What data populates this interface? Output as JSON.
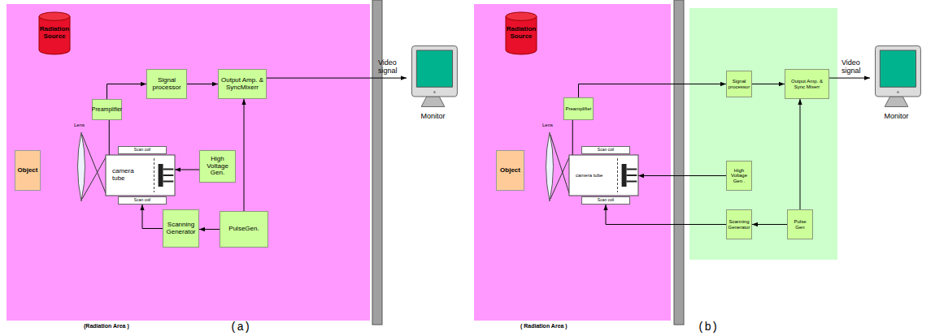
{
  "diagram": {
    "nodes": [
      {
        "text": [
          "(Radiation Area )"
        ]
      },
      {
        "text": [
          "Radiation Source"
        ],
        "in": 0
      },
      {
        "text": [
          "Signal processor"
        ],
        "in": 0
      },
      {
        "text": [
          "Output Amp. & SyncMixerr"
        ],
        "in": 0
      },
      {
        "text": [
          "Preamplifier"
        ],
        "in": 0
      },
      {
        "text": [
          "Object"
        ],
        "in": 0
      },
      {
        "text": [
          "Scan coil"
        ],
        "in": 0
      },
      {
        "text": [
          "camera tube"
        ],
        "in": 0
      },
      {
        "text": [
          "Scan coil"
        ],
        "in": 0
      },
      {
        "text": [
          "High Voltage Gen."
        ],
        "in": 0
      },
      {
        "text": [
          "Scanning Generator"
        ],
        "in": 0
      },
      {
        "text": [
          "PulseGen."
        ],
        "in": 0
      },
      {
        "text": [
          "Monitor"
        ]
      },
      {
        "text": [
          "( Radiation Area )"
        ]
      },
      {
        "text": [
          "Radiation Source"
        ],
        "in": 13
      },
      {
        "text": [
          "Preamplifier"
        ],
        "in": 13
      },
      {
        "text": [
          "Object"
        ],
        "in": 13
      },
      {
        "text": [
          "Scan coil"
        ],
        "in": 13
      },
      {
        "text": [
          "camera tube"
        ],
        "in": 13
      },
      {
        "text": [
          "Scan coil"
        ],
        "in": 13
      },
      {
        "text": [
          "Signal processor"
        ]
      },
      {
        "text": [
          "Output Amp. & Sync Mixerr"
        ]
      },
      {
        "text": [
          "High Voltage Gen ."
        ]
      },
      {
        "text": [
          "Scanning Generator"
        ]
      },
      {
        "text": [
          "Pulse Gen"
        ]
      },
      {
        "text": [
          "Monitor"
        ]
      }
    ],
    "edges": [
      {
        "from": 4,
        "to": 2,
        "arrow": "to"
      },
      {
        "from": 2,
        "to": 3,
        "arrow": "to"
      },
      {
        "from": 3,
        "to": 12,
        "label": "Video signal",
        "arrow": "to"
      },
      {
        "from": 11,
        "to": 3,
        "arrow": "to"
      },
      {
        "from": 11,
        "to": 10,
        "arrow": "to"
      },
      {
        "from": 10,
        "to": 8,
        "arrow": "to"
      },
      {
        "from": 9,
        "to": 7,
        "arrow": "to"
      },
      {
        "from": 7,
        "to": 4,
        "arrow": "none"
      },
      {
        "from": 15,
        "to": 20,
        "arrow": "to"
      },
      {
        "from": 20,
        "to": 21,
        "arrow": "to"
      },
      {
        "from": 21,
        "to": 25,
        "label": "Video signal",
        "arrow": "to"
      },
      {
        "from": 24,
        "to": 21,
        "arrow": "to"
      },
      {
        "from": 24,
        "to": 23,
        "arrow": "to"
      },
      {
        "from": 23,
        "to": 19,
        "arrow": "to"
      },
      {
        "from": 22,
        "to": 18,
        "arrow": "to"
      },
      {
        "from": 18,
        "to": 15,
        "arrow": "none"
      }
    ],
    "labels": [
      "Lens",
      "Lens",
      "(a)",
      "(b)"
    ]
  }
}
